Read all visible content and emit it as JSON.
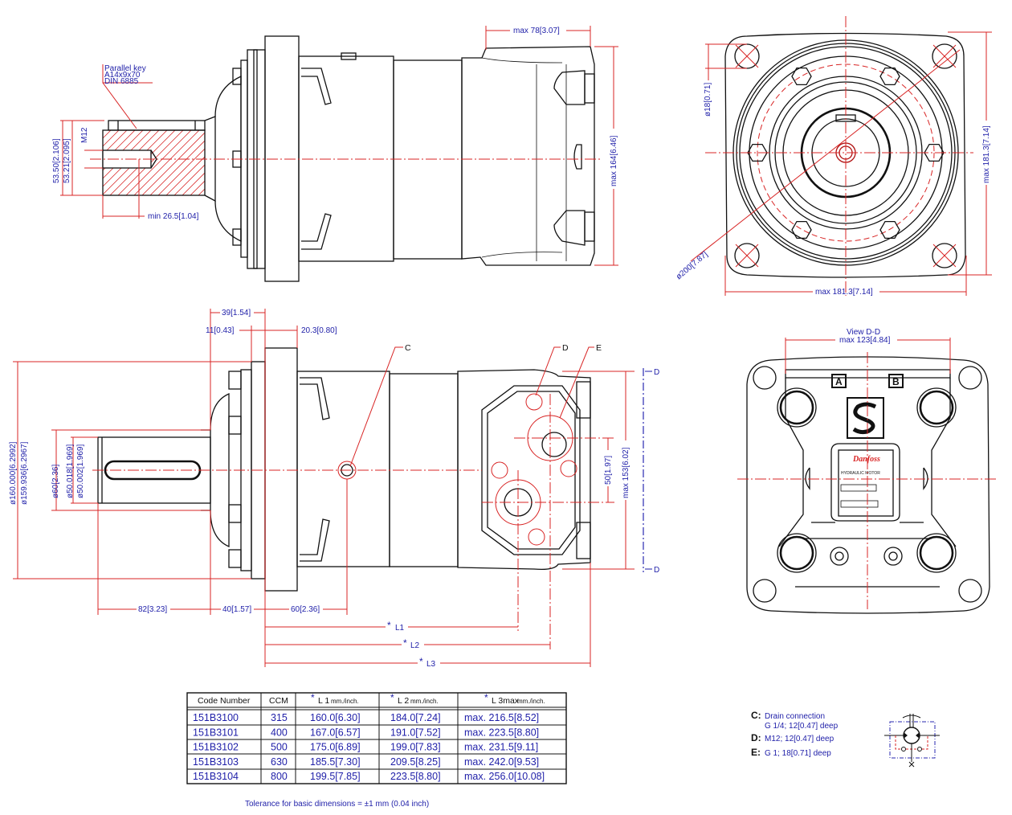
{
  "colors": {
    "outline": "#111111",
    "dimension_line": "#d82424",
    "dimension_text": "#1e1ea8"
  },
  "top_side_view": {
    "key_label": [
      "Parallel key",
      "A14x9x70",
      "DIN 6885"
    ],
    "thread": "M12",
    "dia_max": "53.50[2.106]",
    "dia_min": "53.21[2.095]",
    "min_length": "min 26.5[1.04]",
    "max_width": "max 78[3.07]",
    "max_height": "max 164[6.46]"
  },
  "front_view": {
    "hole_dia": "ø18[0.71]",
    "bolt_circle": "ø200[7.87]",
    "max_height": "max 181.3[7.14]",
    "max_width": "max 181.3[7.14]"
  },
  "bottom_side_view": {
    "dim_39": "39[1.54]",
    "dim_11": "11[0.43]",
    "dim_20": "20.3[0.80]",
    "pilot_dia_max": "ø160.000[6.2992]",
    "pilot_dia_min": "ø159.936[6.2967]",
    "shoulder_dia": "ø60[2.36]",
    "shaft_dia_max": "ø50.018[1.969]",
    "shaft_dia_min": "ø50.002[1.969]",
    "dim_82": "82[3.23]",
    "dim_40": "40[1.57]",
    "dim_60": "60[2.36]",
    "L1": "L1",
    "L2": "L2",
    "L3": "L3",
    "star": "*",
    "port_spacing": "50[1.97]",
    "max_height": "max 153[6.02]",
    "callout_c": "C",
    "callout_d": "D",
    "callout_e": "E",
    "section_mark": "D"
  },
  "view_dd": {
    "title": "View D-D",
    "max_width": "max 123[4.84]",
    "port_a": "A",
    "port_b": "B",
    "logo_text": "Danfoss",
    "plate_text": "HYDRAULIC MOTOR"
  },
  "table": {
    "headers": [
      {
        "star": "*",
        "main": "Code Number",
        "sub": ""
      },
      {
        "star": "",
        "main": "CCM",
        "sub": ""
      },
      {
        "star": "*",
        "main": "L 1",
        "sub": "mm./inch."
      },
      {
        "star": "*",
        "main": "L 2",
        "sub": "mm./inch."
      },
      {
        "star": "*",
        "main": "L 3max",
        "sub": "mm./inch."
      }
    ],
    "rows": [
      [
        "151B3100",
        "315",
        "160.0[6.30]",
        "184.0[7.24]",
        "max. 216.5[8.52]"
      ],
      [
        "151B3101",
        "400",
        "167.0[6.57]",
        "191.0[7.52]",
        "max. 223.5[8.80]"
      ],
      [
        "151B3102",
        "500",
        "175.0[6.89]",
        "199.0[7.83]",
        "max. 231.5[9.11]"
      ],
      [
        "151B3103",
        "630",
        "185.5[7.30]",
        "209.5[8.25]",
        "max. 242.0[9.53]"
      ],
      [
        "151B3104",
        "800",
        "199.5[7.85]",
        "223.5[8.80]",
        "max. 256.0[10.08]"
      ]
    ],
    "tolerance": "Tolerance for basic dimensions = ±1 mm (0.04 inch)"
  },
  "legend": {
    "c_key": "C:",
    "c_text1": "Drain connection",
    "c_text2": "G 1/4; 12[0.47] deep",
    "d_key": "D:",
    "d_text": "M12; 12[0.47] deep",
    "e_key": "E:",
    "e_text": "G 1; 18[0.71] deep"
  }
}
